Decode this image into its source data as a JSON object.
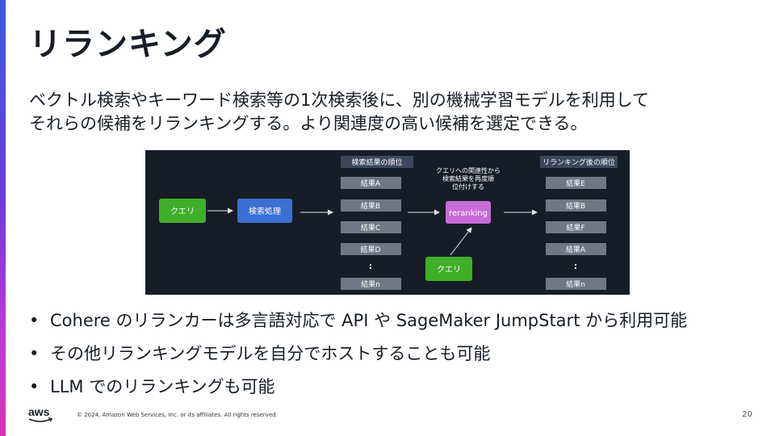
{
  "title": "リランキング",
  "intro": {
    "line1": "ベクトル検索やキーワード検索等の1次検索後に、別の機械学習モデルを利用して",
    "line2": "それらの候補をリランキングする。より関連度の高い候補を選定できる。"
  },
  "diagram": {
    "query_label": "クエリ",
    "search_label": "検索処理",
    "results_header": "検索結果の順位",
    "results": [
      "結果A",
      "結果B",
      "結果C",
      "結果D",
      "結果n"
    ],
    "ellipsis": ":",
    "rerank_note": [
      "クエリへの関連性から",
      "検索結果を再度順",
      "位付けする"
    ],
    "rerank_label": "reranking",
    "query2_label": "クエリ",
    "reranked_header": "リランキング後の順位",
    "reranked": [
      "結果E",
      "結果B",
      "結果F",
      "結果A",
      "結果n"
    ],
    "colors": {
      "query": "#3fae29",
      "search": "#3b6fd4",
      "rerank": "#c86bd8",
      "result": "#6f7782",
      "header": "#3c4859",
      "background": "#161d26"
    }
  },
  "bullets": [
    "Cohere のリランカーは多言語対応で API や SageMaker JumpStart から利用可能",
    "その他リランキングモデルを自分でホストすることも可能",
    "LLM でのリランキングも可能"
  ],
  "footer": {
    "logo_text": "aws",
    "copyright": "© 2024, Amazon Web Services, Inc. or its affiliates. All rights reserved.",
    "page_number": "20"
  }
}
